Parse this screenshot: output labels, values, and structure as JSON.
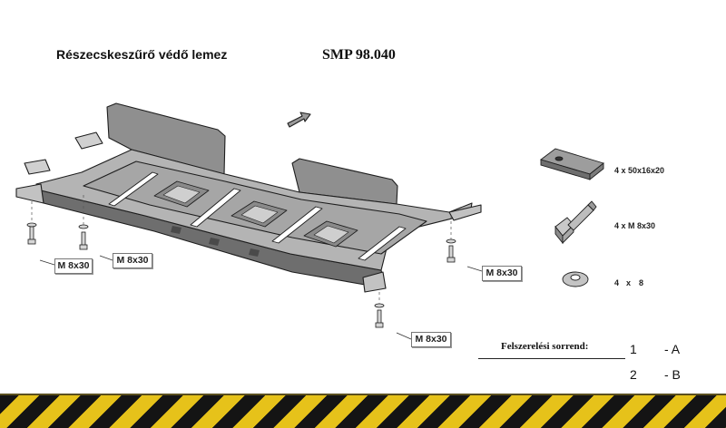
{
  "header": {
    "title": "Részecskeszűrő védő lemez",
    "code": "SMP 98.040"
  },
  "callouts": {
    "bolt_1": "M 8x30",
    "bolt_2": "M 8x30",
    "bolt_3": "M 8x30",
    "bolt_4": "M 8x30"
  },
  "parts_legend": {
    "plate": "4 x 50x16x20",
    "bolt": "4 x M 8x30",
    "washer_qty": "4",
    "washer_x": "x",
    "washer_size": "8"
  },
  "assembly_sequence": {
    "title": "Felszerelési sorrend:",
    "steps": [
      {
        "number": "1",
        "letter": "- A"
      },
      {
        "number": "2",
        "letter": "- B"
      }
    ]
  },
  "colors": {
    "metal_light": "#b4b4b4",
    "metal_mid": "#8f8f8f",
    "metal_dark": "#6e6e6e",
    "outline": "#1e1e1e",
    "hazard_black": "#141414",
    "hazard_yellow": "#e6c21a"
  }
}
